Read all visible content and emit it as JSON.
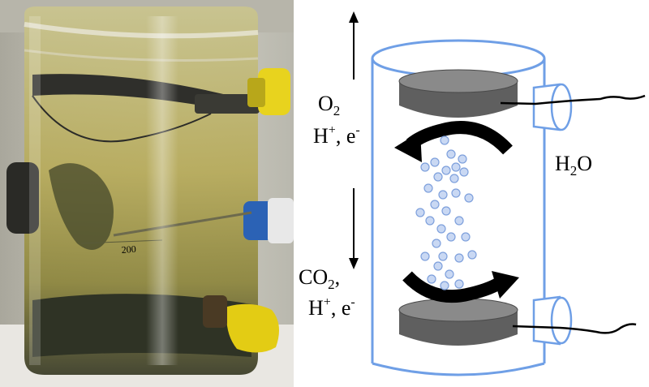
{
  "labels": {
    "top_gas": "O",
    "top_gas_sub": "2",
    "top_ions_h": "H",
    "top_ions_plus": "+",
    "top_ions_rest": ", e",
    "top_ions_minus": "-",
    "water_h": "H",
    "water_sub": "2",
    "water_o": "O",
    "bottom_gas": "CO",
    "bottom_gas_sub": "2",
    "bottom_gas_comma": ",",
    "bottom_ions_h": "H",
    "bottom_ions_plus": "+",
    "bottom_ions_rest": ", e",
    "bottom_ions_minus": "-"
  },
  "icons": {
    "flow_up": "arrow-up-icon",
    "flow_down": "arrow-down-icon",
    "circulation_top": "curved-arrow-left-icon",
    "circulation_bottom": "curved-arrow-right-icon"
  },
  "colors": {
    "reactor_outline": "#6f9fe6",
    "electrode": "#5f5f5f",
    "electrode_top": "#8a8a8a",
    "bubble_fill": "#c9d8f3",
    "bubble_stroke": "#7ea0dc",
    "arrow": "#000000"
  }
}
